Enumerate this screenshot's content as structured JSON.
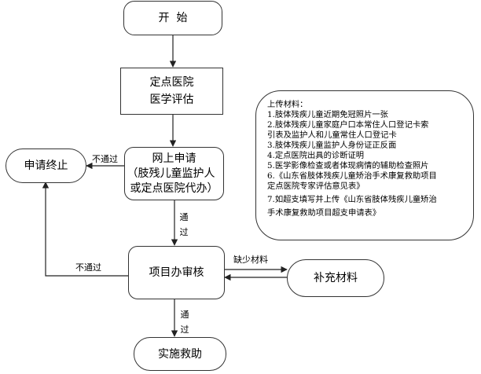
{
  "nodes": {
    "start": "开  始",
    "hospital": [
      "定点医院",
      "医学评估"
    ],
    "apply": [
      "网上申请",
      "（肢残儿童监护人",
      "或定点医院代办）"
    ],
    "terminate": "申请终止",
    "review": "项目办审核",
    "supplement": "补充材料",
    "implement": "实施救助"
  },
  "edges": {
    "apply_fail": "不通过",
    "apply_pass": [
      "通",
      "过"
    ],
    "review_fail": "不通过",
    "missing": "缺少材料",
    "review_pass": [
      "通",
      "过"
    ]
  },
  "note": {
    "title": "上传材料：",
    "items": [
      "1.肢体残疾儿童近期免冠照片一张",
      "2.肢体残疾儿童家庭户口本常住人口登记卡索",
      "引表及监护人和儿童常住人口登记卡",
      "3.肢体残疾儿童监护人身份证正反面",
      "4.定点医院出具的诊断证明",
      "5.医学影像检查或者体现病情的辅助检查照片",
      "6.《山东省肢体残疾儿童矫治手术康复救助项目",
      "定点医院专家评估意见表》",
      "7.如超支填写并上传《山东省肢体残疾儿童矫治",
      "手术康复救助项目超支申请表》"
    ]
  }
}
